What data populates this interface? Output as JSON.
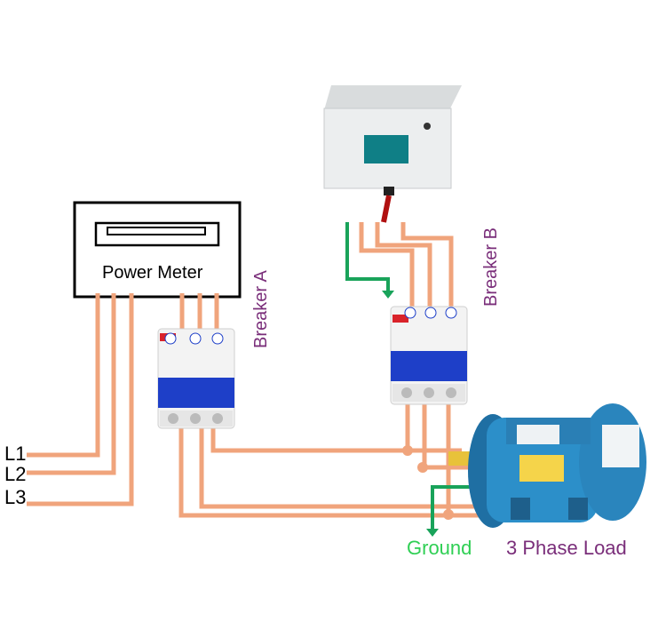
{
  "labels": {
    "power_meter": "Power Meter",
    "breaker_a": "Breaker A",
    "breaker_b": "Breaker B",
    "ground": "Ground",
    "load": "3 Phase Load",
    "lines": [
      "L1",
      "L2",
      "L3"
    ]
  },
  "colors": {
    "wire": "#f0a47c",
    "ground_wire": "#19a35a",
    "label_purple": "#7a2e7a",
    "label_green": "#2fcf54",
    "breaker_blue": "#1e3fc8",
    "motor_blue": "#2c8fc9",
    "box_gray": "#e7e9ea"
  }
}
